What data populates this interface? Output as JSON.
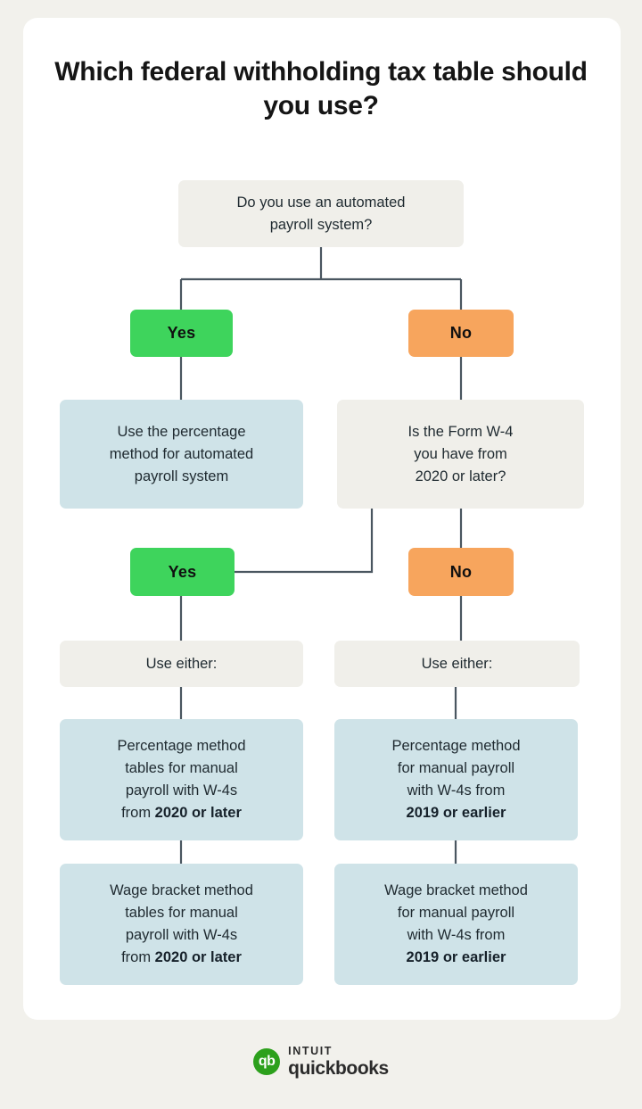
{
  "page": {
    "background_color": "#f2f1ec",
    "card_color": "#ffffff"
  },
  "title": "Which federal withholding tax table should you use?",
  "colors": {
    "yes_pill": "#3ed45c",
    "no_pill": "#f7a55d",
    "result_box": "#cfe3e8",
    "question_box": "#f0efea",
    "connector": "#4a5660",
    "brand_green": "#2ca01c"
  },
  "chart_data": {
    "type": "diagram",
    "title": "Which federal withholding tax table should you use?",
    "nodes": [
      {
        "id": "q1",
        "kind": "question",
        "text": "Do you use an automated payroll system?"
      },
      {
        "id": "q1-yes",
        "kind": "answer",
        "text": "Yes"
      },
      {
        "id": "q1-no",
        "kind": "answer",
        "text": "No"
      },
      {
        "id": "r1",
        "kind": "result",
        "text": "Use the percentage method for automated payroll system"
      },
      {
        "id": "q2",
        "kind": "question",
        "text": "Is the Form W-4 you have from 2020 or later?"
      },
      {
        "id": "q2-yes",
        "kind": "answer",
        "text": "Yes"
      },
      {
        "id": "q2-no",
        "kind": "answer",
        "text": "No"
      },
      {
        "id": "use-either-left",
        "kind": "label",
        "text": "Use either:"
      },
      {
        "id": "use-either-right",
        "kind": "label",
        "text": "Use either:"
      },
      {
        "id": "r2",
        "kind": "result",
        "text": "Percentage method tables for manual payroll with W-4s from 2020 or later",
        "emphasis": "2020 or later"
      },
      {
        "id": "r3",
        "kind": "result",
        "text": "Wage bracket method tables for manual payroll with W-4s from 2020 or later",
        "emphasis": "2020 or later"
      },
      {
        "id": "r4",
        "kind": "result",
        "text": "Percentage method for manual payroll with W-4s from 2019 or earlier",
        "emphasis": "2019 or earlier"
      },
      {
        "id": "r5",
        "kind": "result",
        "text": "Wage bracket method for manual payroll with W-4s from 2019 or earlier",
        "emphasis": "2019 or earlier"
      }
    ],
    "edges": [
      {
        "from": "q1",
        "to": "q1-yes"
      },
      {
        "from": "q1",
        "to": "q1-no"
      },
      {
        "from": "q1-yes",
        "to": "r1"
      },
      {
        "from": "q1-no",
        "to": "q2"
      },
      {
        "from": "q2",
        "to": "q2-yes"
      },
      {
        "from": "q2",
        "to": "q2-no"
      },
      {
        "from": "q2-yes",
        "to": "use-either-left"
      },
      {
        "from": "q2-no",
        "to": "use-either-right"
      },
      {
        "from": "use-either-left",
        "to": "r2"
      },
      {
        "from": "r2",
        "to": "r3"
      },
      {
        "from": "use-either-right",
        "to": "r4"
      },
      {
        "from": "r4",
        "to": "r5"
      }
    ]
  },
  "flow": {
    "q1": {
      "line1": "Do you use an automated",
      "line2": "payroll system?"
    },
    "row1": {
      "yes": "Yes",
      "no": "No"
    },
    "r1": {
      "line1": "Use the percentage",
      "line2": "method for automated",
      "line3": "payroll system"
    },
    "q2": {
      "line1": "Is the Form W-4",
      "line2": "you have from",
      "line3": "2020 or later?"
    },
    "row2": {
      "yes": "Yes",
      "no": "No"
    },
    "use_either_left": "Use either:",
    "use_either_right": "Use either:",
    "r2": {
      "line1": "Percentage method",
      "line2": "tables for manual",
      "line3": "payroll with W-4s",
      "line4_prefix": "from ",
      "line4_bold": "2020 or later"
    },
    "r3": {
      "line1": "Wage bracket method",
      "line2": "tables for manual",
      "line3": "payroll with W-4s",
      "line4_prefix": "from ",
      "line4_bold": "2020 or later"
    },
    "r4": {
      "line1": "Percentage method",
      "line2": "for manual payroll",
      "line3": "with W-4s from",
      "line4_bold": "2019 or earlier"
    },
    "r5": {
      "line1": "Wage bracket method",
      "line2": "for manual payroll",
      "line3": "with W-4s from",
      "line4_bold": "2019 or earlier"
    }
  },
  "footer": {
    "logo_mark": "qb",
    "intuit": "INTUIT",
    "quickbooks": "quickbooks"
  }
}
